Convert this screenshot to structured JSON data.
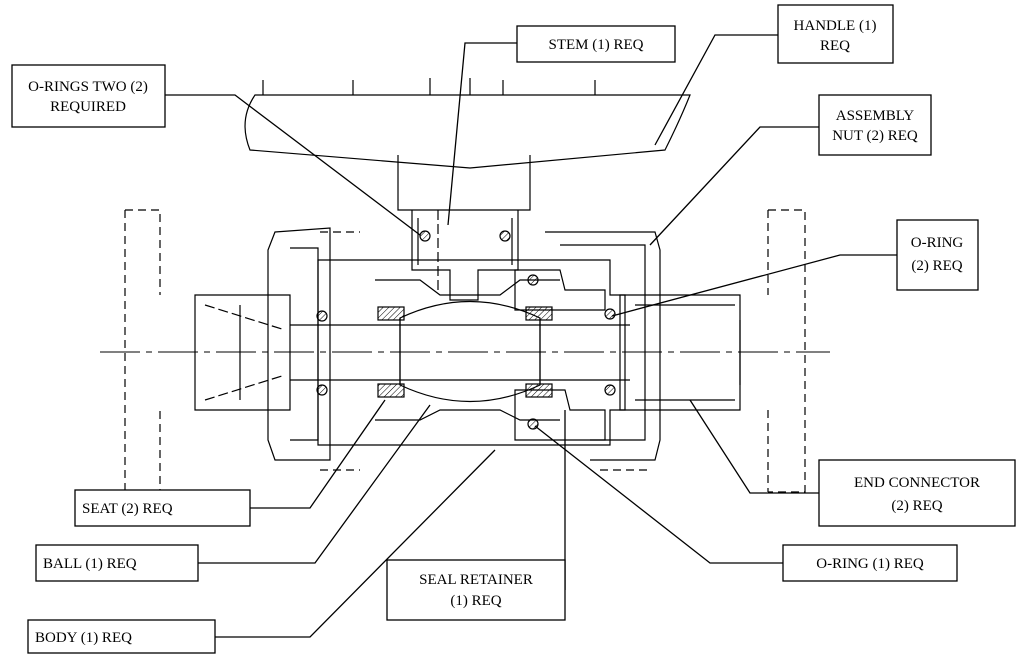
{
  "diagram": {
    "labels": {
      "stem": [
        "STEM (1)  REQ"
      ],
      "handle": [
        "HANDLE (1)",
        "REQ"
      ],
      "o_rings_two": [
        "O-RINGS TWO (2)",
        "REQUIRED"
      ],
      "assembly_nut": [
        "ASSEMBLY",
        "NUT (2) REQ"
      ],
      "o_ring_right": [
        "O-RING",
        "(2) REQ"
      ],
      "end_connector": [
        "END CONNECTOR",
        "(2) REQ"
      ],
      "seat": [
        "SEAT (2) REQ"
      ],
      "ball": [
        "BALL (1) REQ"
      ],
      "o_ring_bottom": [
        "O-RING (1) REQ"
      ],
      "seal_retainer": [
        "SEAL RETAINER",
        "(1) REQ"
      ],
      "body": [
        "BODY (1) REQ"
      ]
    }
  }
}
